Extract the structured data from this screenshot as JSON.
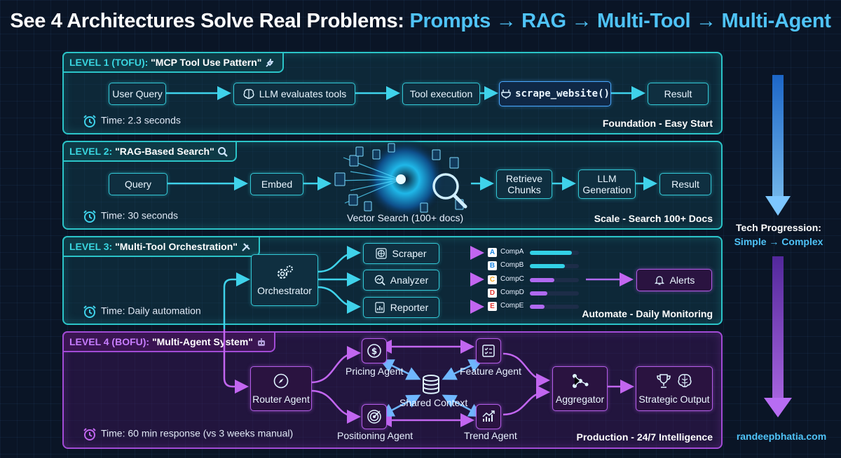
{
  "title": {
    "main": "See 4 Architectures Solve Real Problems:",
    "highlight": "Prompts → RAG → Multi-Tool → Multi-Agent"
  },
  "colors": {
    "teal": "#2bc4c8",
    "purple": "#a24bd6",
    "accent": "#4fc3f7"
  },
  "level1": {
    "level": "LEVEL 1 (TOFU):",
    "name": "\"MCP Tool Use Pattern\"",
    "icon": "plug-icon",
    "nodes": [
      "User Query",
      "LLM evaluates tools",
      "Tool execution",
      "scrape_website()",
      "Result"
    ],
    "time": "Time: 2.3 seconds",
    "tagline": "Foundation - Easy Start"
  },
  "level2": {
    "level": "LEVEL 2:",
    "name": "\"RAG-Based Search\"",
    "icon": "magnifier-icon",
    "nodes": [
      "Query",
      "Embed",
      "Retrieve Chunks",
      "LLM Generation",
      "Result"
    ],
    "vector_label": "Vector Search (100+ docs)",
    "time": "Time: 30 seconds",
    "tagline": "Scale - Search 100+ Docs"
  },
  "level3": {
    "level": "LEVEL 3:",
    "name": "\"Multi-Tool Orchestration\"",
    "icon": "tools-icon",
    "orchestrator": "Orchestrator",
    "tools": [
      "Scraper",
      "Analyzer",
      "Reporter"
    ],
    "companies": [
      {
        "letter": "A",
        "name": "CompA",
        "color": "#1e88e5",
        "level": 0.85
      },
      {
        "letter": "B",
        "name": "CompB",
        "color": "#1e88e5",
        "level": 0.72
      },
      {
        "letter": "C",
        "name": "CompC",
        "color": "#f5a623",
        "level": 0.5
      },
      {
        "letter": "D",
        "name": "CompD",
        "color": "#e53935",
        "level": 0.35
      },
      {
        "letter": "E",
        "name": "CompE",
        "color": "#e53935",
        "level": 0.3
      }
    ],
    "alerts": "Alerts",
    "time": "Time: Daily automation",
    "tagline": "Automate - Daily Monitoring"
  },
  "level4": {
    "level": "LEVEL 4 (BOFU):",
    "name": "\"Multi-Agent System\"",
    "icon": "robot-icon",
    "router": "Router Agent",
    "agents": {
      "pricing": "Pricing Agent",
      "feature": "Feature Agent",
      "positioning": "Positioning Agent",
      "trend": "Trend Agent"
    },
    "shared": "Shared Context",
    "aggregator": "Aggregator",
    "output": "Strategic Output",
    "time": "Time: 60 min response (vs 3 weeks manual)",
    "tagline": "Production - 24/7 Intelligence"
  },
  "sidebar": {
    "heading": "Tech Progression:",
    "sub": "Simple → Complex",
    "credit": "randeepbhatia.com"
  }
}
